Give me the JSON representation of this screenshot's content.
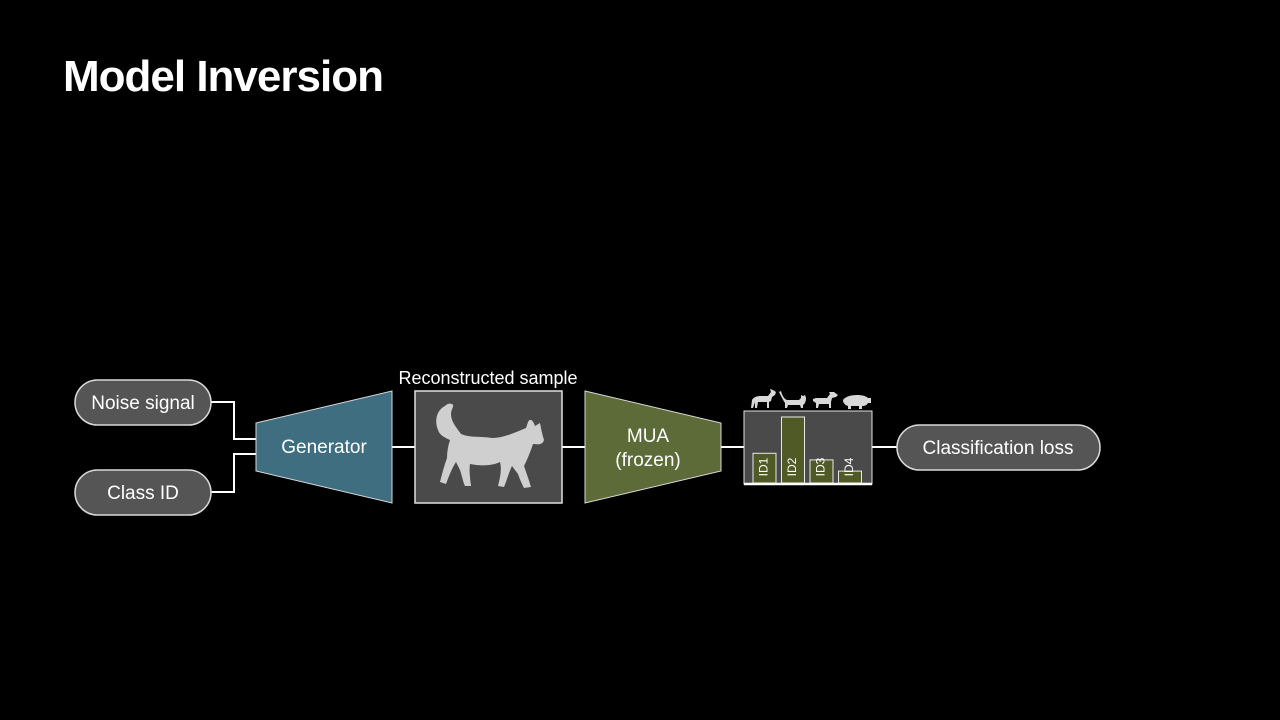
{
  "slide": {
    "title": "Model Inversion"
  },
  "inputs": {
    "noise_signal": "Noise signal",
    "class_id": "Class ID"
  },
  "generator": {
    "label": "Generator"
  },
  "reconstructed": {
    "caption": "Reconstructed sample",
    "image_icon": "cat-silhouette-icon"
  },
  "mua": {
    "line1": "MUA",
    "line2": "(frozen)"
  },
  "classifier_output": {
    "class_icons": [
      "horse-icon",
      "cat-icon",
      "dog-icon",
      "pig-icon"
    ],
    "bars": [
      {
        "label": "ID1",
        "value": 0.45
      },
      {
        "label": "ID2",
        "value": 1.0
      },
      {
        "label": "ID3",
        "value": 0.35
      },
      {
        "label": "ID4",
        "value": 0.18
      }
    ]
  },
  "loss": {
    "label": "Classification loss"
  },
  "colors": {
    "background": "#000000",
    "generator_fill": "#3f6e80",
    "mua_fill": "#5c6b38",
    "box_fill": "#4a4a4a",
    "pill_fill": "#555555",
    "bar_fill": "#4f5a26",
    "line": "#ffffff"
  }
}
